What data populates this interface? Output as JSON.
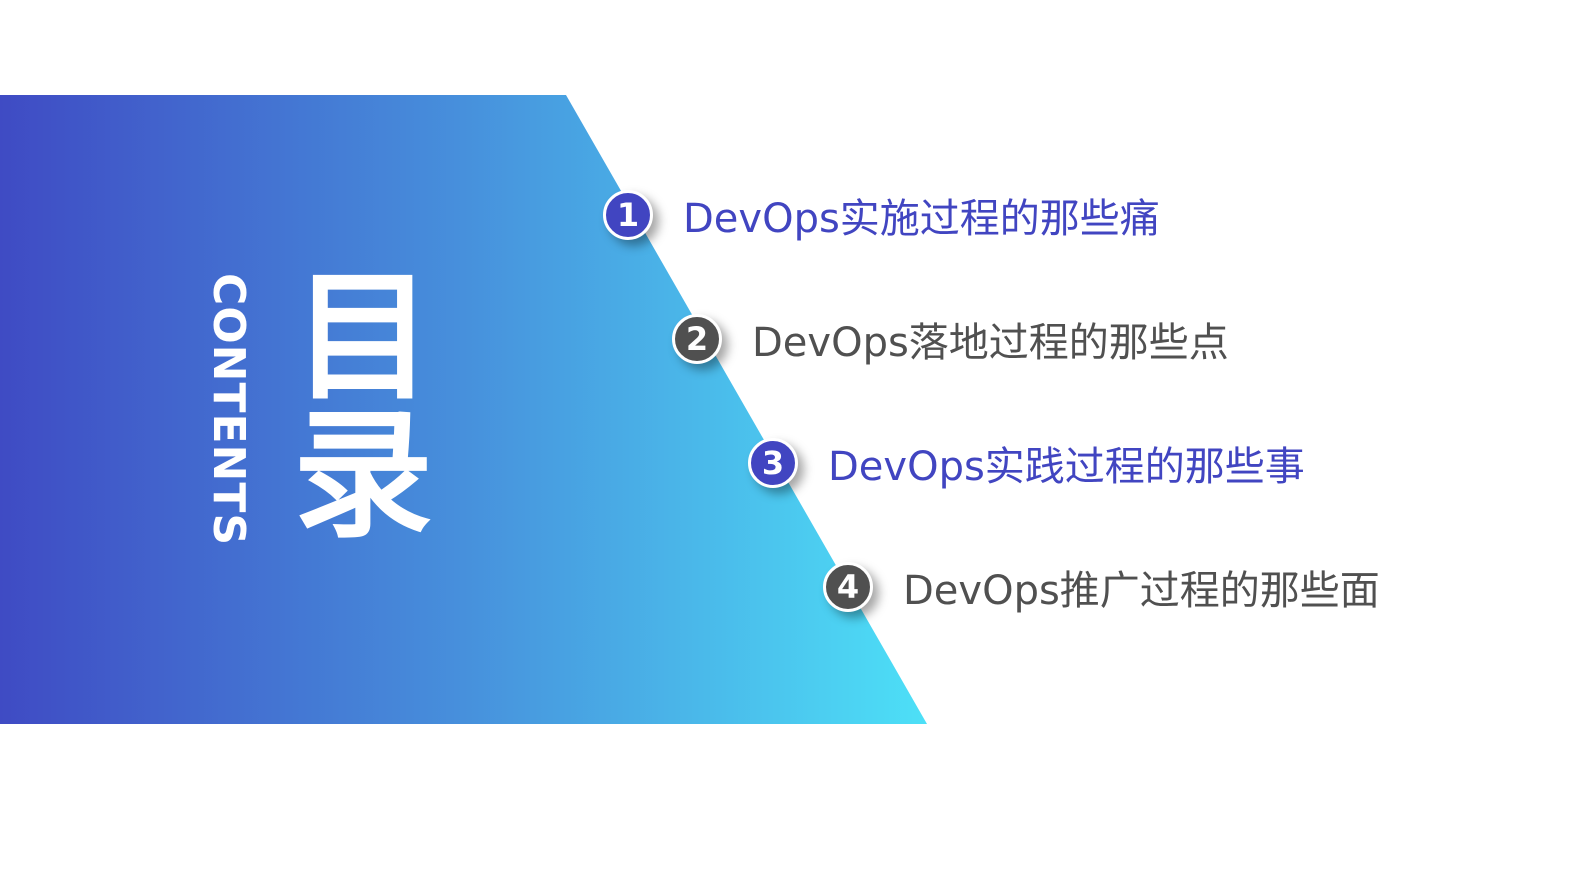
{
  "slide": {
    "title_cn": "目录",
    "title_en": "CONTENTS",
    "colors": {
      "gradient_start": "#3f4bc4",
      "gradient_end": "#4de0f7",
      "accent_blue": "#4145c1",
      "accent_gray": "#505050"
    },
    "items": [
      {
        "number": "1",
        "label": "DevOps实施过程的那些痛",
        "color": "blue"
      },
      {
        "number": "2",
        "label": "DevOps落地过程的那些点",
        "color": "gray"
      },
      {
        "number": "3",
        "label": "DevOps实践过程的那些事",
        "color": "blue"
      },
      {
        "number": "4",
        "label": "DevOps推广过程的那些面",
        "color": "gray"
      }
    ]
  }
}
